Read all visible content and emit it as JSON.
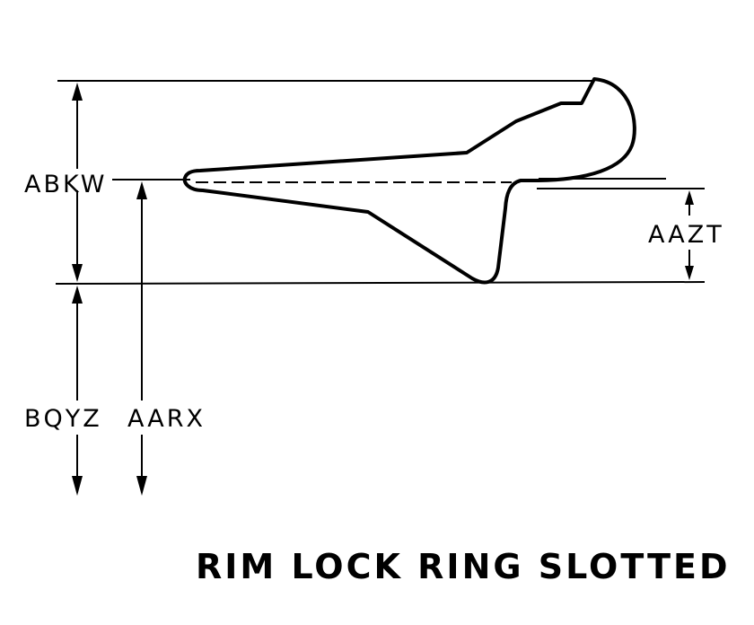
{
  "dimensions": {
    "abkw": "ABKW",
    "aazt": "AAZT",
    "bqyz": "BQYZ",
    "aarx": "AARX"
  },
  "title": "RIM LOCK RING SLOTTED",
  "colors": {
    "ink": "#000000",
    "paper": "#ffffff"
  }
}
